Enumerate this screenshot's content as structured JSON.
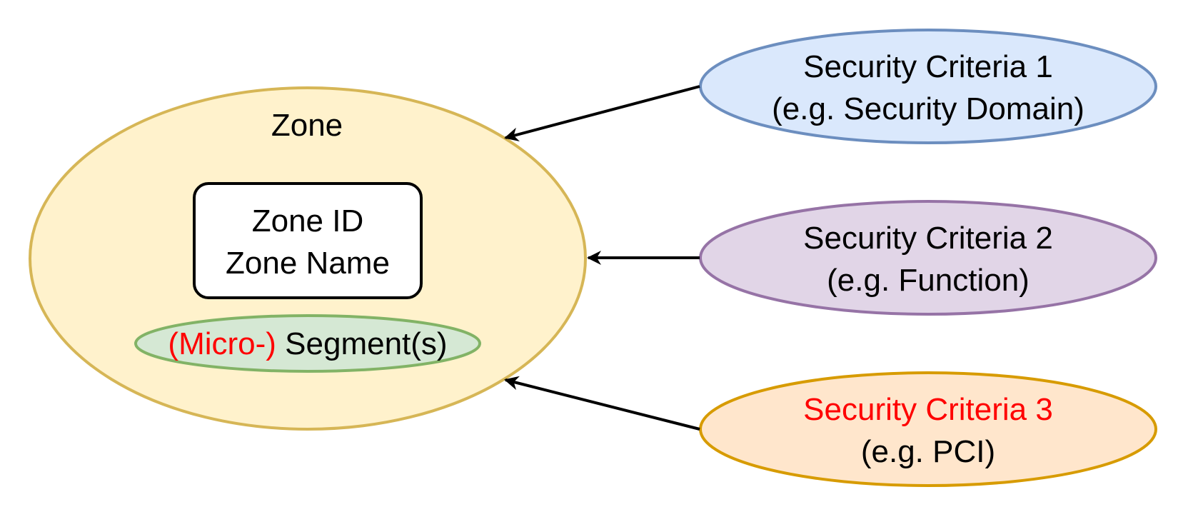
{
  "zone": {
    "title": "Zone",
    "id_label": "Zone ID",
    "name_label": "Zone Name",
    "fill": "#fff2cc",
    "stroke": "#d6b656"
  },
  "segment": {
    "prefix": "(Micro-)",
    "label": " Segment(s)",
    "fill": "#d5e8d4",
    "stroke": "#82b366"
  },
  "criteria": [
    {
      "title": "Security Criteria 1",
      "example": "(e.g. Security Domain)",
      "fill": "#dae8fc",
      "stroke": "#6c8ebf",
      "title_color": "#000000"
    },
    {
      "title": "Security Criteria 2",
      "example": "(e.g. Function)",
      "fill": "#e1d5e7",
      "stroke": "#9673a6",
      "title_color": "#000000"
    },
    {
      "title": "Security Criteria 3",
      "example": "(e.g. PCI)",
      "fill": "#ffe6cc",
      "stroke": "#d79b00",
      "title_color": "#ff0000"
    }
  ]
}
